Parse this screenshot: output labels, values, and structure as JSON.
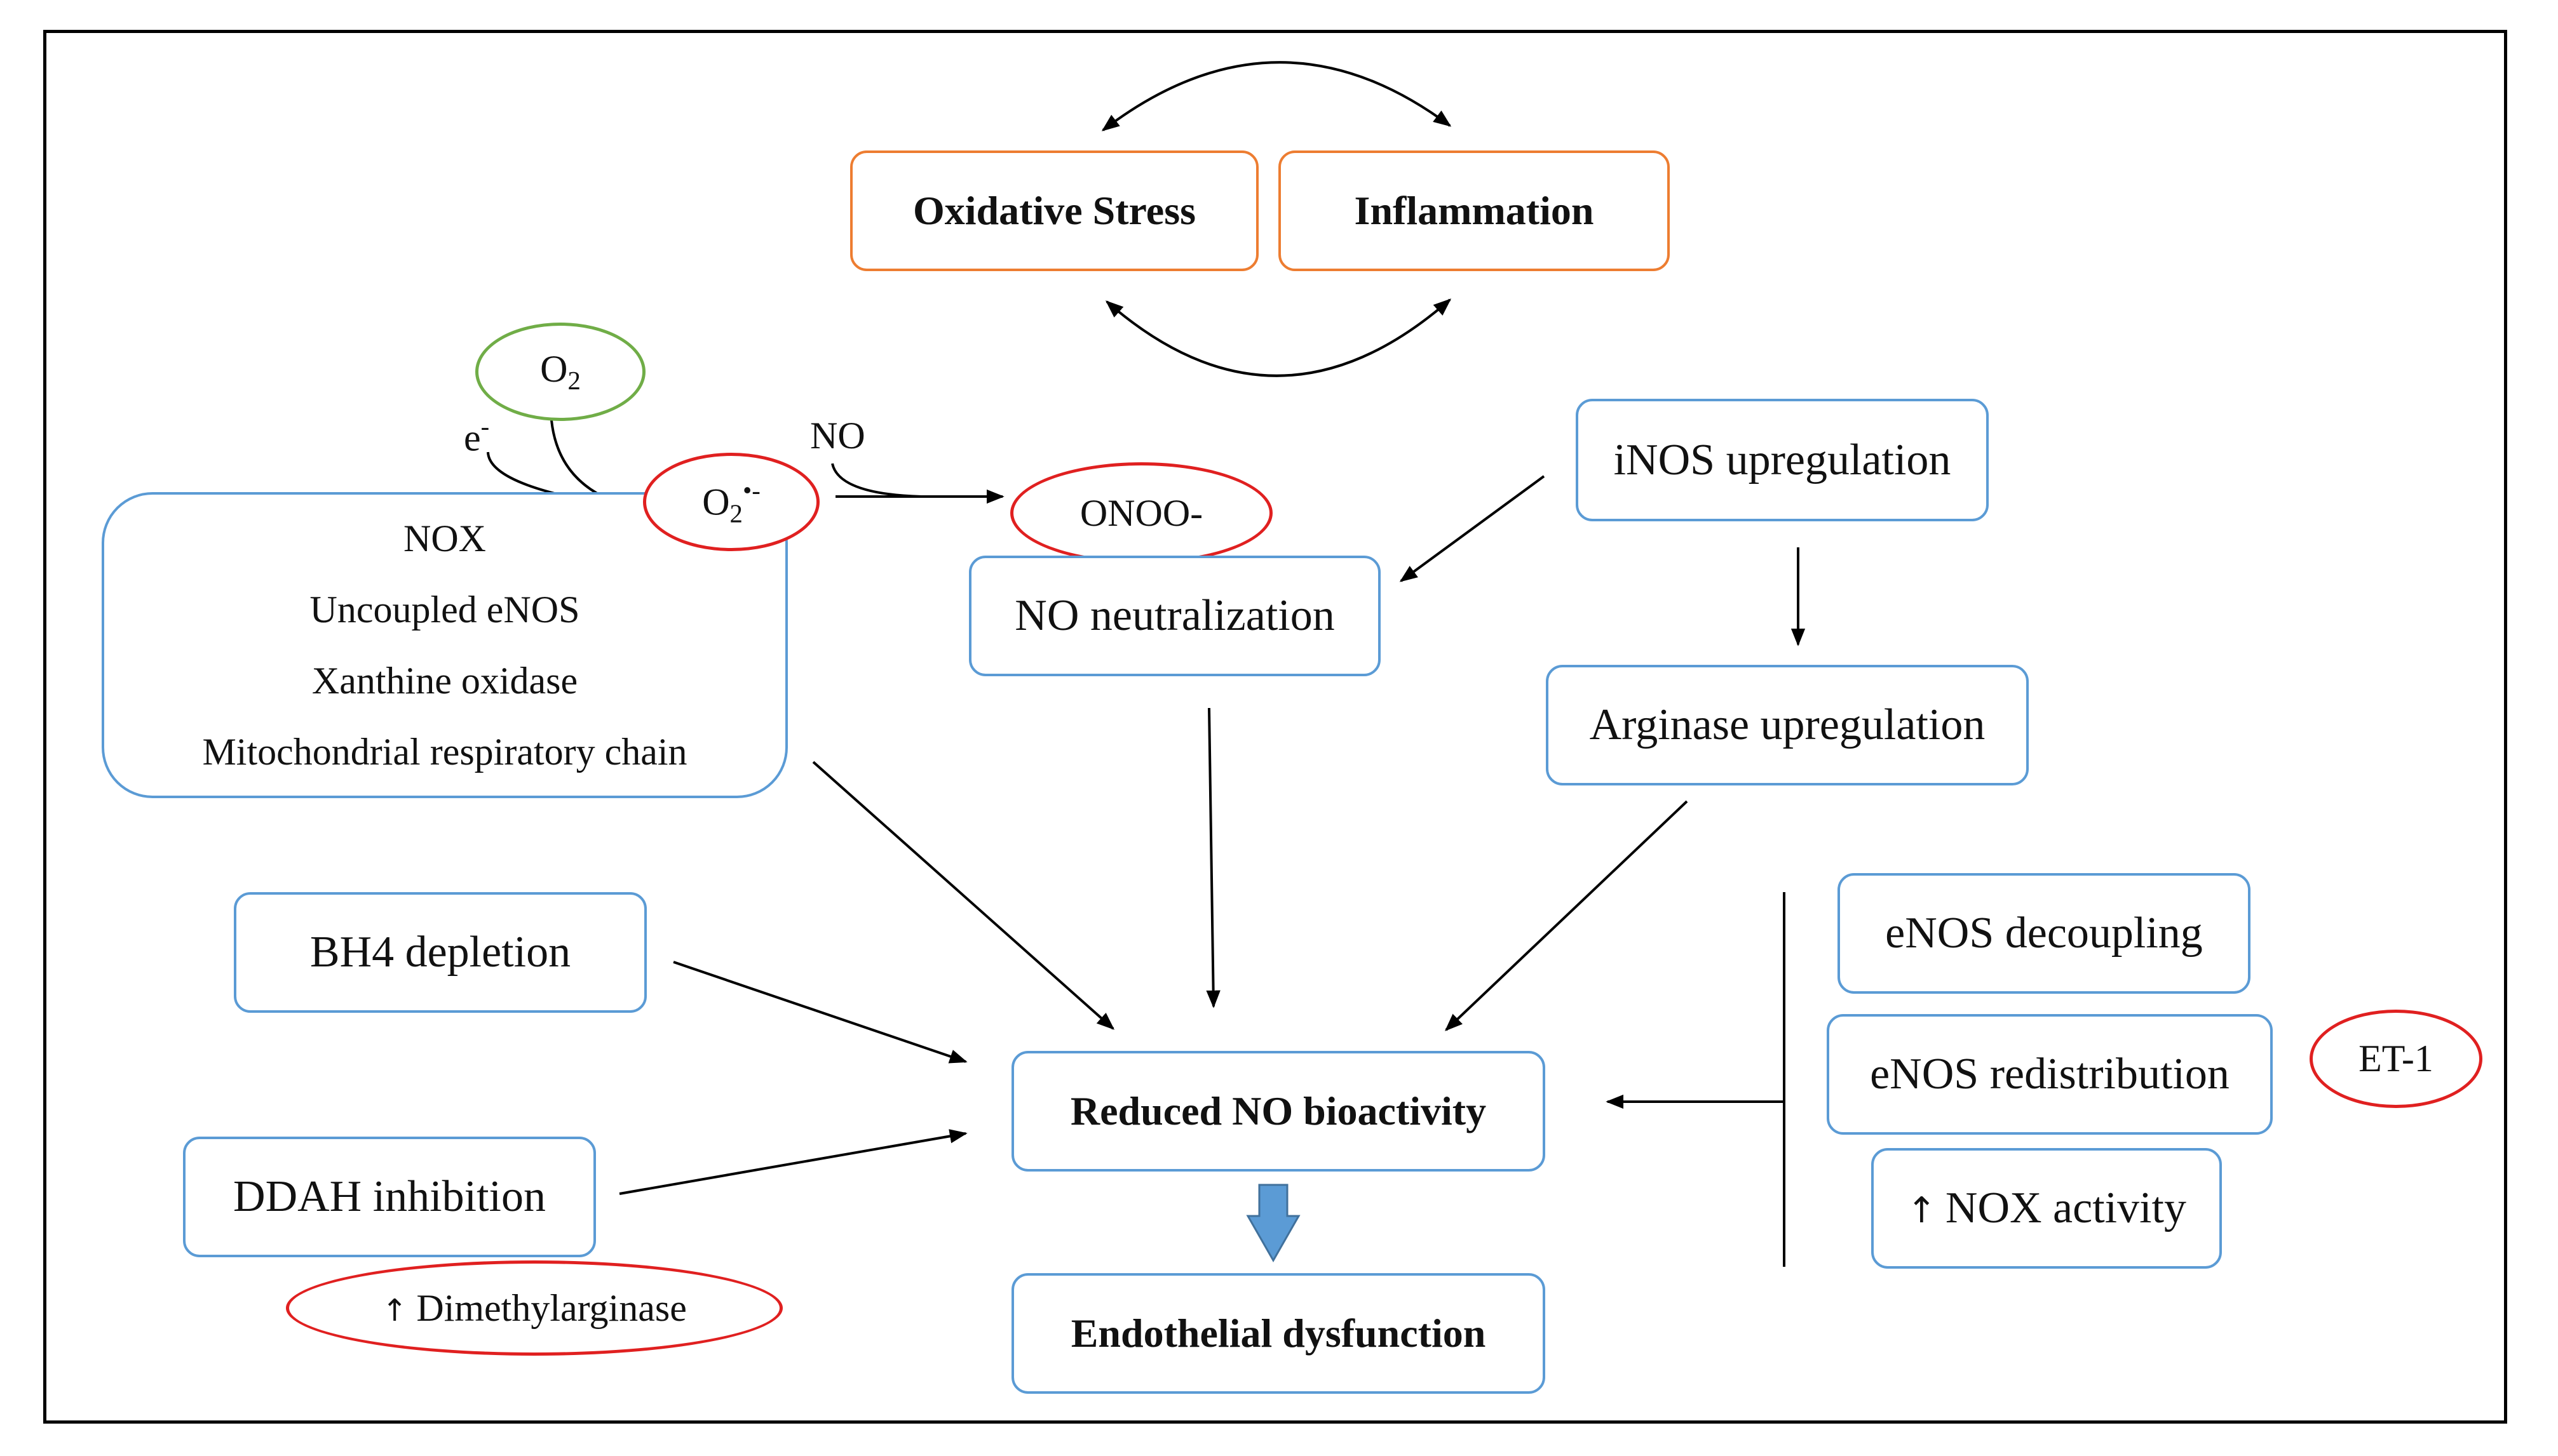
{
  "top": {
    "oxidative_stress": "Oxidative Stress",
    "inflammation": "Inflammation"
  },
  "ros": {
    "o2_base": "O",
    "o2_sub": "2",
    "electron_base": "e",
    "electron_sup": "-",
    "superoxide_base": "O",
    "superoxide_sub": "2",
    "superoxide_sup": "•-",
    "no_label": "NO",
    "peroxynitrite": "ONOO-",
    "sources": [
      "NOX",
      "Uncoupled eNOS",
      "Xanthine oxidase",
      "Mitochondrial respiratory chain"
    ]
  },
  "mechanisms": {
    "no_neutralization": "NO neutralization",
    "inos_upregulation": "iNOS upregulation",
    "arginase_upregulation": "Arginase upregulation",
    "bh4_depletion": "BH4 depletion",
    "ddah_inhibition": "DDAH inhibition",
    "dimethylarginase": "Dimethylarginase",
    "enos_decoupling": "eNOS decoupling",
    "enos_redistribution": "eNOS redistribution",
    "nox_activity": "NOX activity",
    "et1": "ET-1"
  },
  "outcome": {
    "reduced_no": "Reduced NO bioactivity",
    "endothelial_dysfunction": "Endothelial dysfunction"
  },
  "colors": {
    "blue_border": "#5b9bd5",
    "orange_border": "#ed7d31",
    "red_ellipse": "#e02020",
    "green_ellipse": "#70ad47",
    "block_arrow": "#5b9bd5"
  }
}
